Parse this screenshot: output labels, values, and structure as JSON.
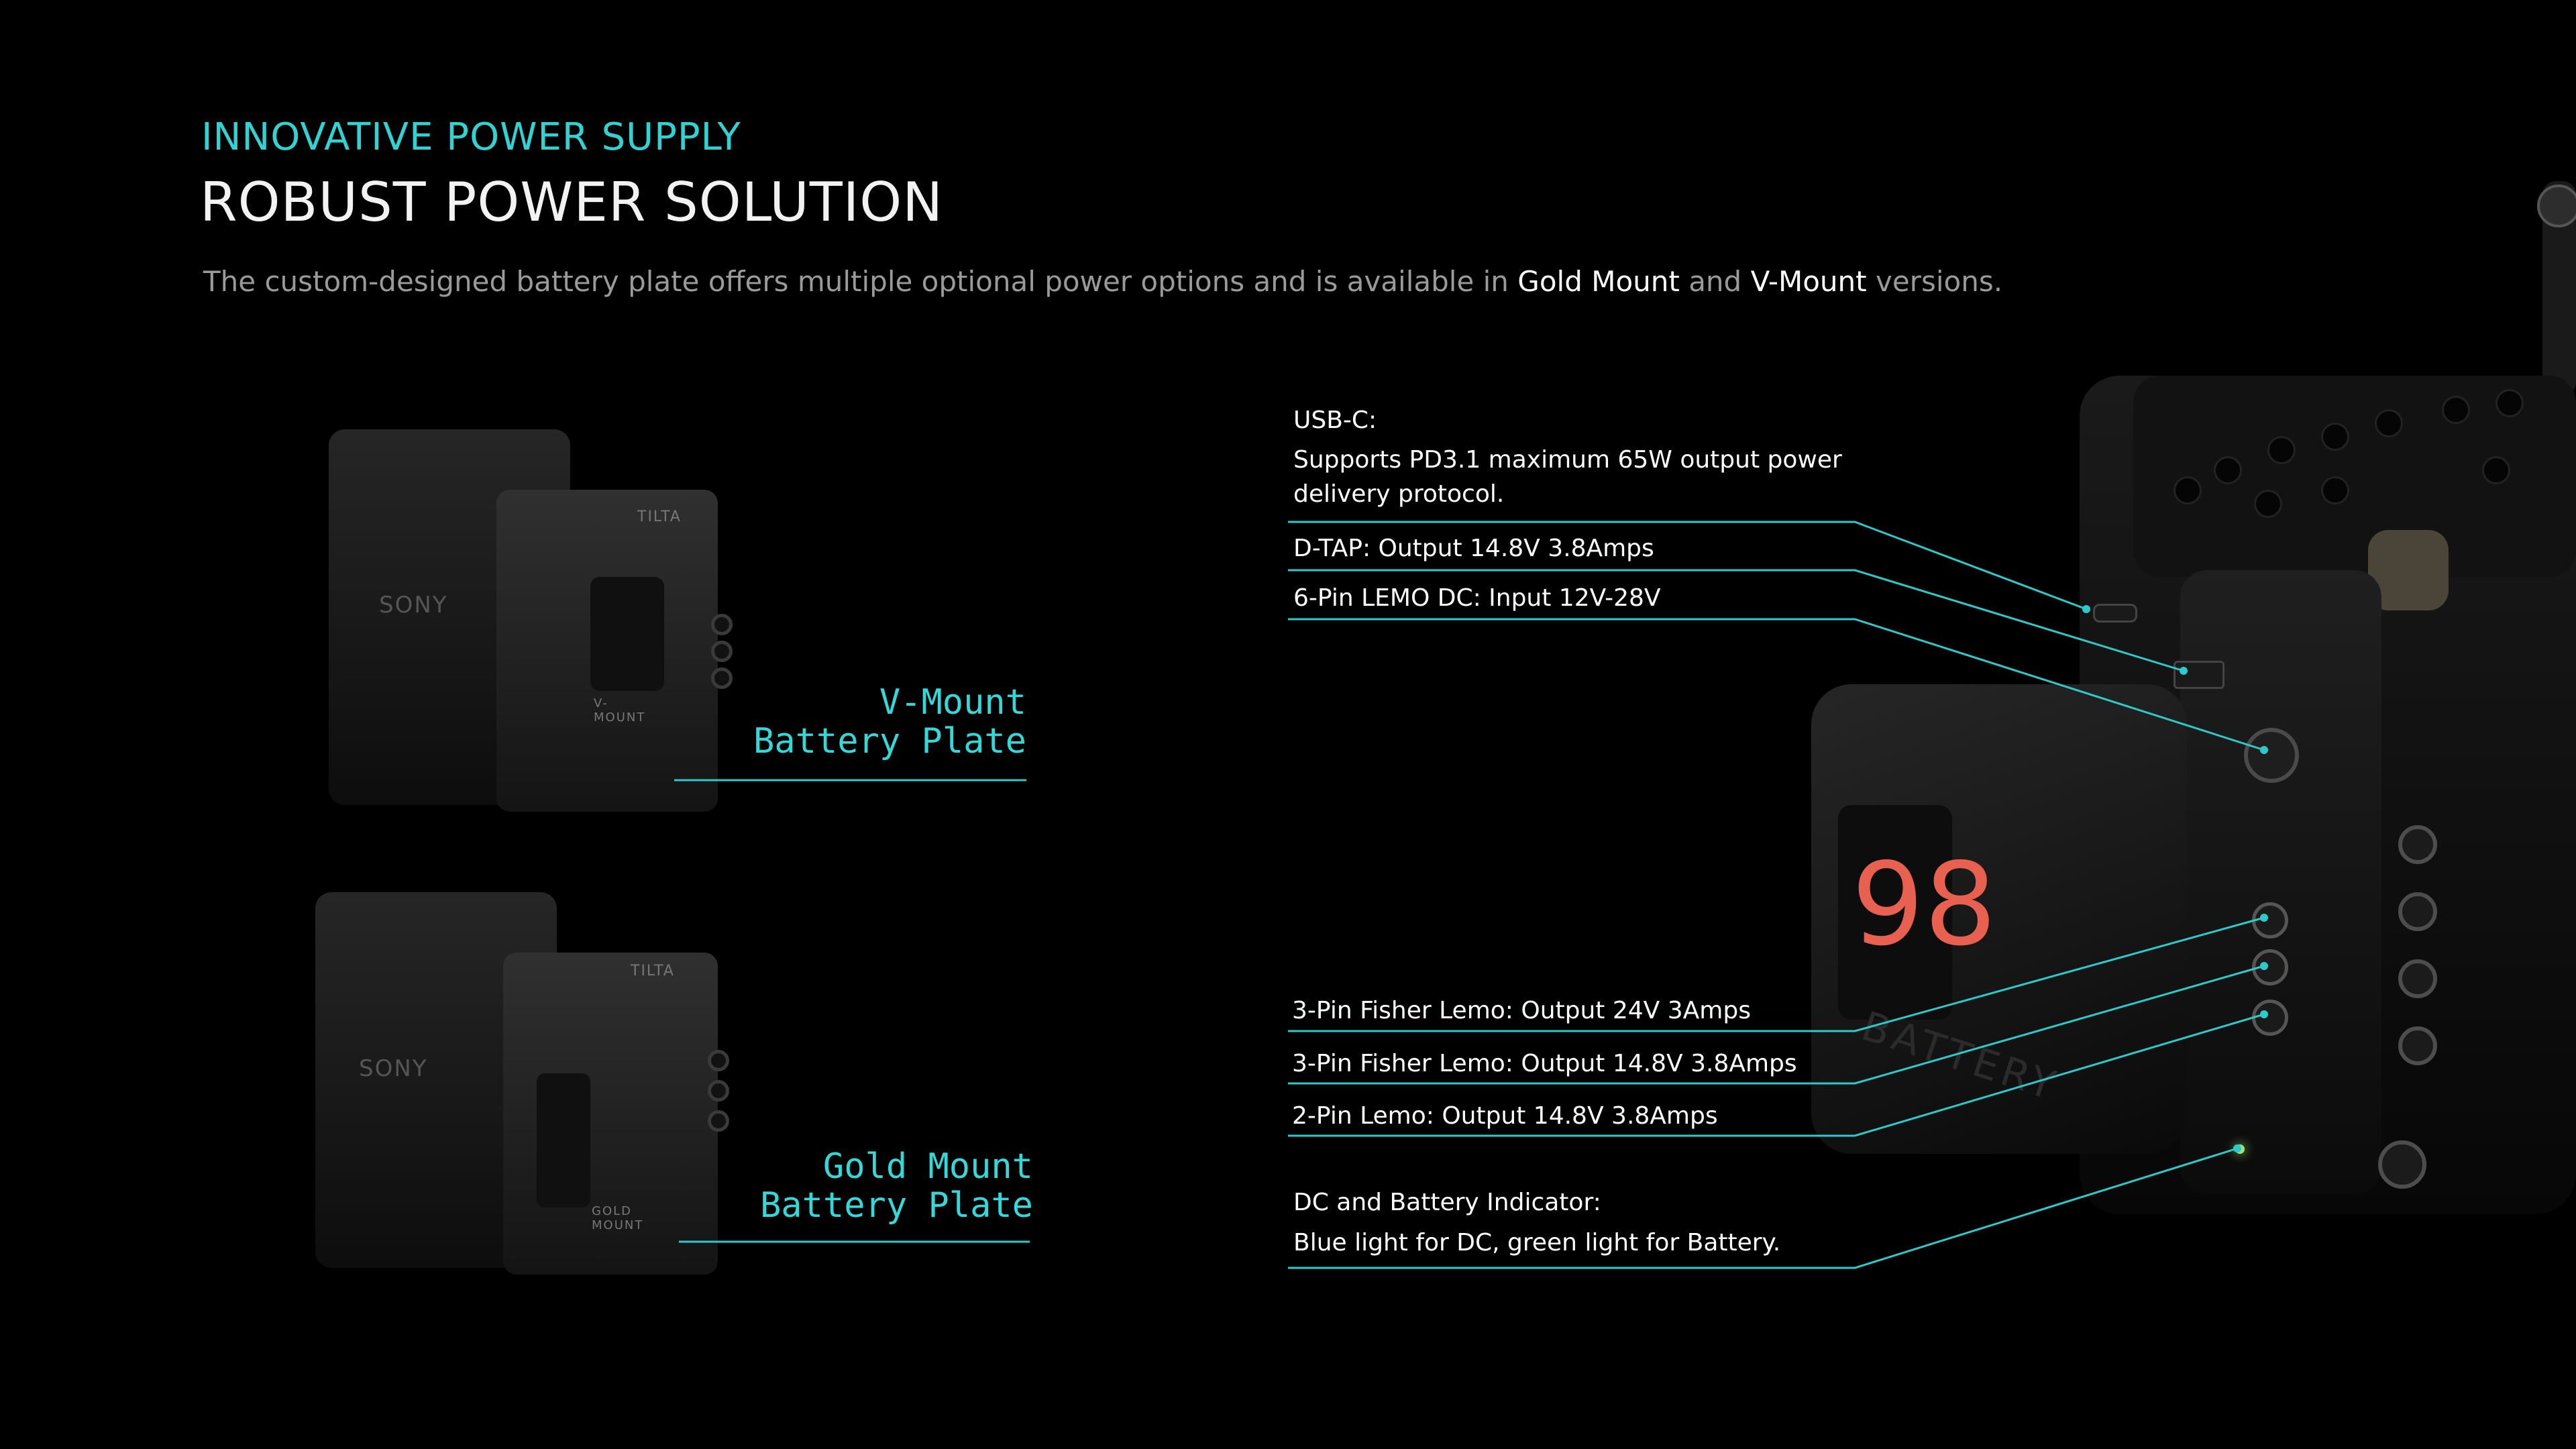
{
  "header": {
    "eyebrow": "INNOVATIVE POWER SUPPLY",
    "title": "ROBUST POWER SOLUTION",
    "desc_pre": "The custom-designed battery plate offers multiple optional power options and is available in ",
    "desc_gold": "Gold Mount",
    "desc_and": " and ",
    "desc_vmount": "V-Mount",
    "desc_post": " versions."
  },
  "plates": [
    {
      "line1": "V-Mount",
      "line2": "Battery Plate",
      "brand": "TILTA",
      "camera": "SONY",
      "plate_text": "V-MOUNT"
    },
    {
      "line1": "Gold Mount",
      "line2": "Battery Plate",
      "brand": "TILTA",
      "camera": "SONY",
      "plate_text": "GOLD MOUNT"
    }
  ],
  "callouts": {
    "usbc_title": "USB-C:",
    "usbc_desc1": "Supports PD3.1 maximum 65W output power",
    "usbc_desc2": "delivery protocol.",
    "dtap": "D-TAP: Output 14.8V 3.8Amps",
    "lemo6": "6-Pin LEMO DC: Input 12V-28V",
    "fisher1": "3-Pin Fisher Lemo: Output 24V 3Amps",
    "fisher2": "3-Pin Fisher Lemo: Output 14.8V 3.8Amps",
    "lemo2": "2-Pin Lemo: Output 14.8V 3.8Amps",
    "indicator_title": "DC and Battery Indicator:",
    "indicator_desc": "Blue light for DC, green light for Battery."
  },
  "battery": {
    "number": "98",
    "label": "BATTERY"
  },
  "colors": {
    "accent": "#30d2d2",
    "background": "#000000",
    "battery_digits": "#e8604f",
    "led": "#9ee07a"
  }
}
